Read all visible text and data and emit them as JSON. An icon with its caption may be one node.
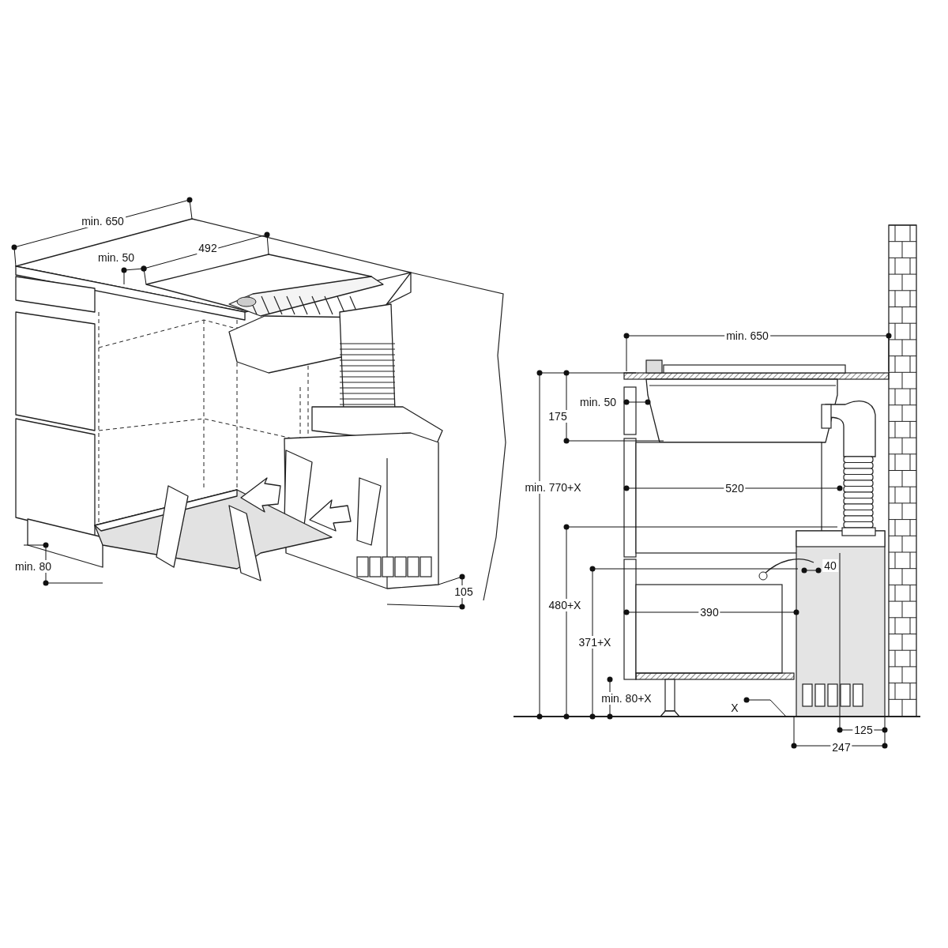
{
  "diagram": {
    "labels": [
      "min. 650",
      "492",
      "min. 50",
      "min. 650",
      "min. 50",
      "175",
      "min. 770+X",
      "520",
      "40",
      "min. 80",
      "105",
      "480+X",
      "390",
      "371+X",
      "min. 80+X",
      "X",
      "125",
      "247"
    ]
  }
}
